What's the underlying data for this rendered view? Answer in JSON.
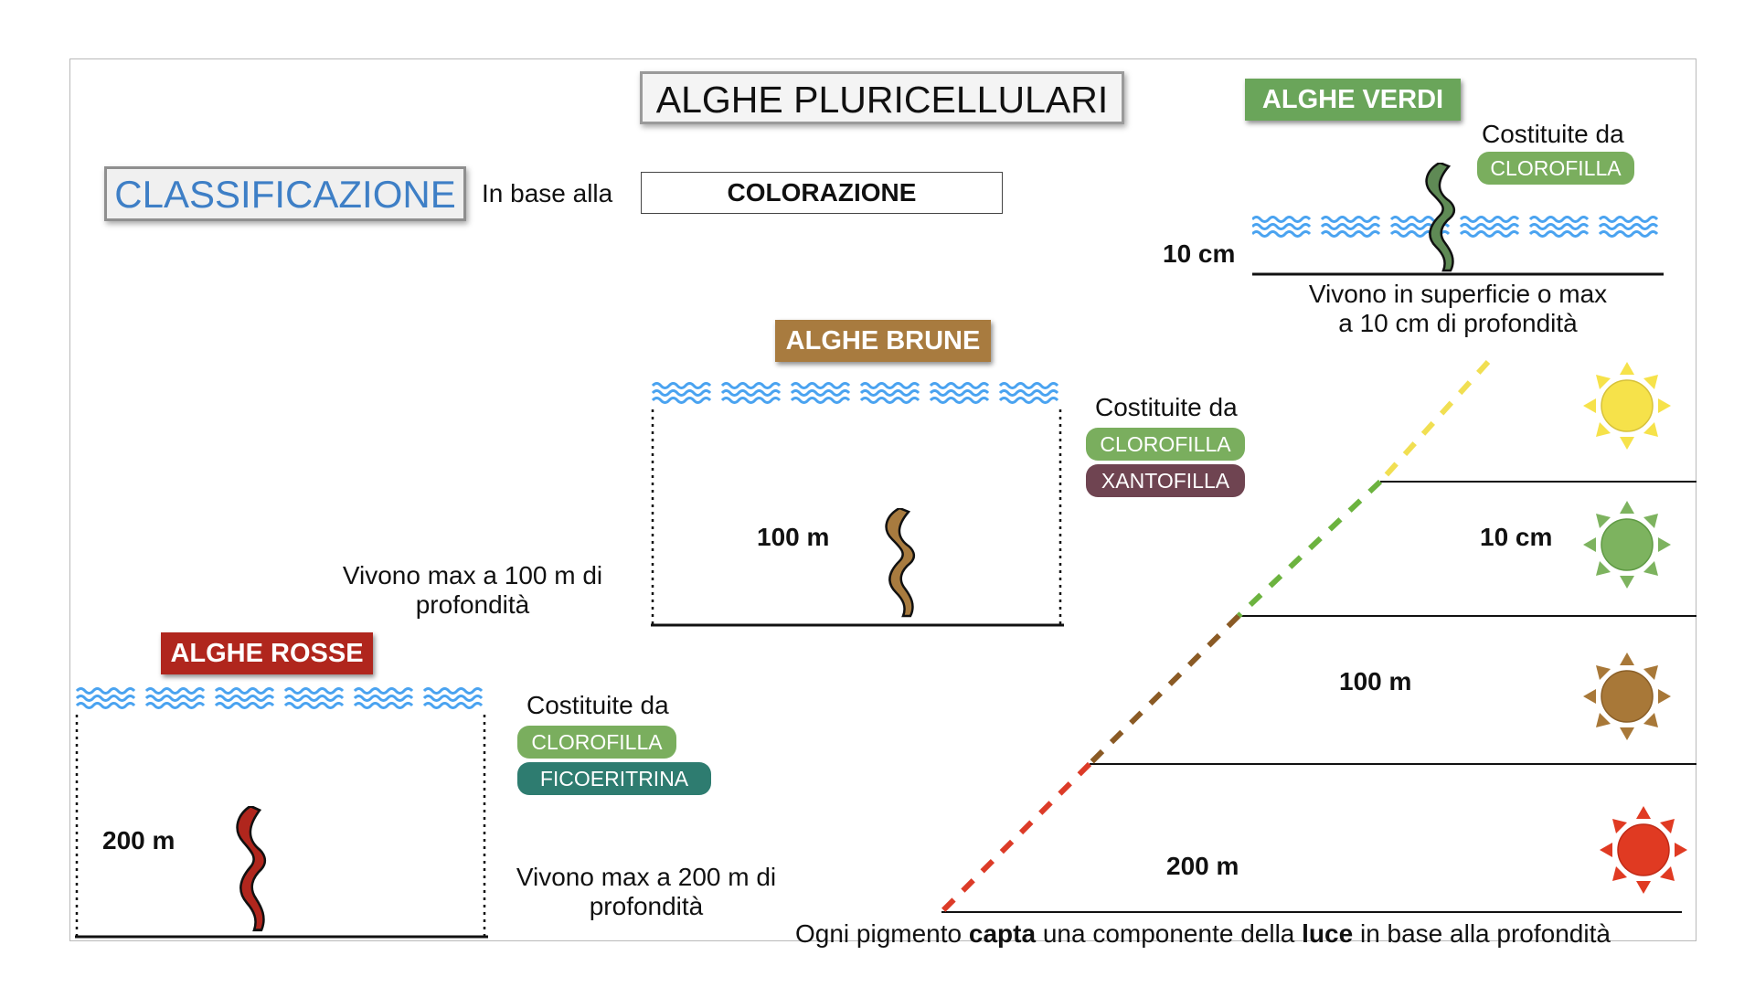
{
  "title": "ALGHE PLURICELLULARI",
  "classification": {
    "label": "CLASSIFICAZIONE",
    "basis_text": "In base alla",
    "criterion": "COLORAZIONE"
  },
  "green": {
    "label": "ALGHE VERDI",
    "composed": "Costituite da",
    "pigments": [
      "CLOROFILLA"
    ],
    "depth": "10 cm",
    "habitat_line1": "Vivono in superficie o max",
    "habitat_line2": "a 10 cm di profondità"
  },
  "brown": {
    "label": "ALGHE BRUNE",
    "composed": "Costituite da",
    "pigments": [
      "CLOROFILLA",
      "XANTOFILLA"
    ],
    "depth": "100 m",
    "habitat_line1": "Vivono max a 100 m di",
    "habitat_line2": "profondità"
  },
  "red": {
    "label": "ALGHE ROSSE",
    "composed": "Costituite da",
    "pigments": [
      "CLOROFILLA",
      "FICOERITRINA"
    ],
    "depth": "200 m",
    "habitat_line1": "Vivono max a 200 m di",
    "habitat_line2": "profondità"
  },
  "light_chart": {
    "levels": [
      "10 cm",
      "100 m",
      "200 m"
    ],
    "sun_colors": [
      "#f6e24a",
      "#7db35f",
      "#a87838",
      "#e03a22"
    ],
    "caption_parts": [
      "Ogni pigmento ",
      "capta",
      " una componente della ",
      "luce",
      " in base alla  profondità"
    ]
  },
  "colors": {
    "green_label": "#6aa55a",
    "brown_label": "#a87b3f",
    "red_label": "#b0261d",
    "water": "#4aa3f0"
  }
}
